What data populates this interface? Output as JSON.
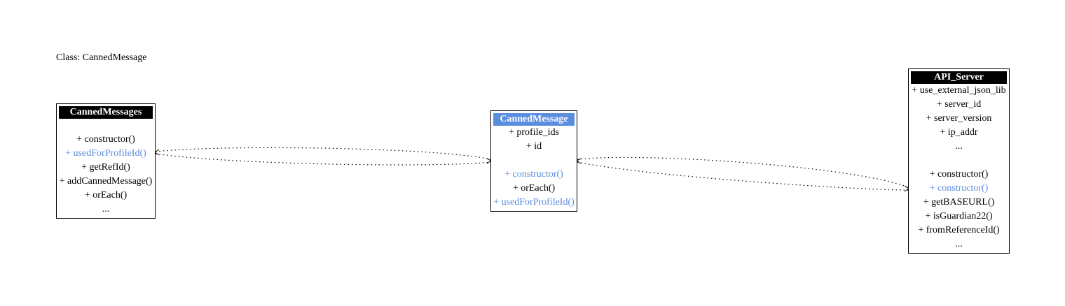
{
  "diagram": {
    "title": "Class: CannedMessage",
    "colors": {
      "header_default": "#000000",
      "header_focus": "#5b8ddf",
      "highlight_text": "#5b8ddf",
      "edge": "#000000"
    },
    "classes": {
      "canned_messages": {
        "name": "CannedMessages",
        "attributes": [],
        "methods": [
          "+ constructor()",
          "+ usedForProfileId()",
          "+ getRefId()",
          "+ addCannedMessage()",
          "+ orEach()",
          "..."
        ]
      },
      "canned_message": {
        "name": "CannedMessage",
        "attributes": [
          "+ profile_ids",
          "+ id"
        ],
        "methods": [
          "+ constructor()",
          "+ orEach()",
          "+ usedForProfileId()"
        ]
      },
      "api_server": {
        "name": "API_Server",
        "attributes": [
          "+ use_external_json_lib",
          "+ server_id",
          "+ server_version",
          "+ ip_addr",
          "..."
        ],
        "methods": [
          "+ constructor()",
          "+ constructor()",
          "+ getBASEURL()",
          "+ isGuardian22()",
          "+ fromReferenceId()",
          "..."
        ]
      }
    }
  }
}
